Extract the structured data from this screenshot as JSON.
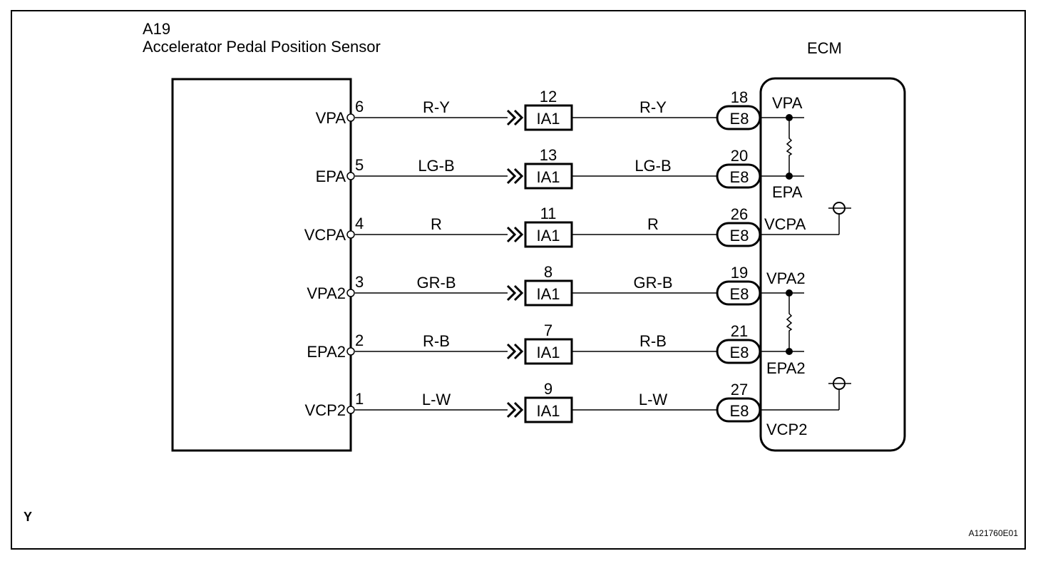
{
  "frame": {
    "code_letter": "Y",
    "figure_id": "A121760E01"
  },
  "sensor": {
    "connector_id": "A19",
    "name": "Accelerator Pedal Position  Sensor"
  },
  "ecm": {
    "name": "ECM"
  },
  "connections": [
    {
      "sensor_terminal": "VPA",
      "sensor_pin": "6",
      "wire_left": "R-Y",
      "junction_pin": "12",
      "junction_id": "IA1",
      "wire_right": "R-Y",
      "ecm_pin": "18",
      "ecm_connector": "E8",
      "ecm_terminal": "VPA"
    },
    {
      "sensor_terminal": "EPA",
      "sensor_pin": "5",
      "wire_left": "LG-B",
      "junction_pin": "13",
      "junction_id": "IA1",
      "wire_right": "LG-B",
      "ecm_pin": "20",
      "ecm_connector": "E8",
      "ecm_terminal": "EPA"
    },
    {
      "sensor_terminal": "VCPA",
      "sensor_pin": "4",
      "wire_left": "R",
      "junction_pin": "11",
      "junction_id": "IA1",
      "wire_right": "R",
      "ecm_pin": "26",
      "ecm_connector": "E8",
      "ecm_terminal": "VCPA"
    },
    {
      "sensor_terminal": "VPA2",
      "sensor_pin": "3",
      "wire_left": "GR-B",
      "junction_pin": "8",
      "junction_id": "IA1",
      "wire_right": "GR-B",
      "ecm_pin": "19",
      "ecm_connector": "E8",
      "ecm_terminal": "VPA2"
    },
    {
      "sensor_terminal": "EPA2",
      "sensor_pin": "2",
      "wire_left": "R-B",
      "junction_pin": "7",
      "junction_id": "IA1",
      "wire_right": "R-B",
      "ecm_pin": "21",
      "ecm_connector": "E8",
      "ecm_terminal": "EPA2"
    },
    {
      "sensor_terminal": "VCP2",
      "sensor_pin": "1",
      "wire_left": "L-W",
      "junction_pin": "9",
      "junction_id": "IA1",
      "wire_right": "L-W",
      "ecm_pin": "27",
      "ecm_connector": "E8",
      "ecm_terminal": "VCP2"
    }
  ],
  "colors": {
    "line": "#000000",
    "background": "#ffffff"
  }
}
